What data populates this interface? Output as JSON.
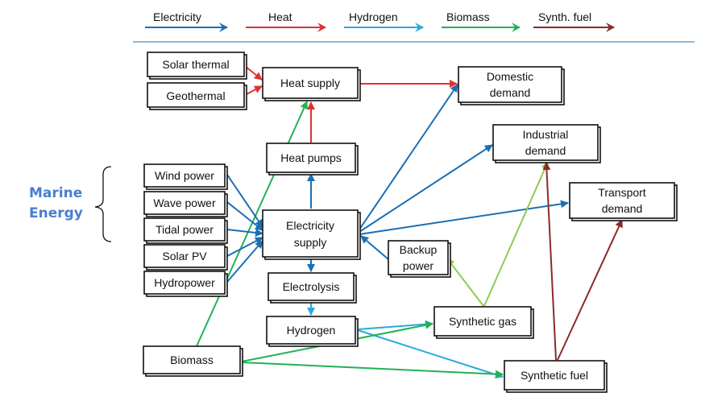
{
  "legend": [
    {
      "label": "Electricity",
      "color": "#1a6fb5"
    },
    {
      "label": "Heat",
      "color": "#e03232"
    },
    {
      "label": "Hydrogen",
      "color": "#2aa9dd"
    },
    {
      "label": "Biomass",
      "color": "#22b255"
    },
    {
      "label": "Synth. fuel",
      "color": "#8b2a2a"
    }
  ],
  "group_label": {
    "lines": [
      "Marine",
      "Energy"
    ],
    "color": "#4a7fd0"
  },
  "nodes": {
    "solar_thermal": [
      "Solar thermal"
    ],
    "geothermal": [
      "Geothermal"
    ],
    "heat_supply": [
      "Heat supply"
    ],
    "domestic": [
      "Domestic",
      "demand"
    ],
    "industrial": [
      "Industrial",
      "demand"
    ],
    "heat_pumps": [
      "Heat pumps"
    ],
    "wind": [
      "Wind power"
    ],
    "wave": [
      "Wave power"
    ],
    "tidal": [
      "Tidal power"
    ],
    "solar_pv": [
      "Solar PV"
    ],
    "hydro": [
      "Hydropower"
    ],
    "electricity": [
      "Electricity",
      "supply"
    ],
    "transport": [
      "Transport",
      "demand"
    ],
    "backup": [
      "Backup",
      "power"
    ],
    "electrolysis": [
      "Electrolysis"
    ],
    "hydrogen": [
      "Hydrogen"
    ],
    "synth_gas": [
      "Synthetic gas"
    ],
    "biomass": [
      "Biomass"
    ],
    "synth_fuel": [
      "Synthetic fuel"
    ]
  },
  "edges": [
    {
      "from": "solar_thermal",
      "to": "heat_supply",
      "carrier": "heat"
    },
    {
      "from": "geothermal",
      "to": "heat_supply",
      "carrier": "heat"
    },
    {
      "from": "heat_supply",
      "to": "domestic",
      "carrier": "heat"
    },
    {
      "from": "heat_pumps",
      "to": "heat_supply",
      "carrier": "heat"
    },
    {
      "from": "biomass",
      "to": "heat_supply",
      "carrier": "biomass"
    },
    {
      "from": "electricity",
      "to": "heat_pumps",
      "carrier": "electricity"
    },
    {
      "from": "electricity",
      "to": "domestic",
      "carrier": "electricity"
    },
    {
      "from": "electricity",
      "to": "industrial",
      "carrier": "electricity"
    },
    {
      "from": "electricity",
      "to": "transport",
      "carrier": "electricity"
    },
    {
      "from": "backup",
      "to": "electricity",
      "carrier": "electricity"
    },
    {
      "from": "wind",
      "to": "electricity",
      "carrier": "electricity"
    },
    {
      "from": "wave",
      "to": "electricity",
      "carrier": "electricity"
    },
    {
      "from": "tidal",
      "to": "electricity",
      "carrier": "electricity"
    },
    {
      "from": "solar_pv",
      "to": "electricity",
      "carrier": "electricity"
    },
    {
      "from": "hydro",
      "to": "electricity",
      "carrier": "electricity"
    },
    {
      "from": "electricity",
      "to": "electrolysis",
      "carrier": "electricity"
    },
    {
      "from": "electrolysis",
      "to": "hydrogen",
      "carrier": "hydrogen"
    },
    {
      "from": "hydrogen",
      "to": "synth_gas",
      "carrier": "hydrogen"
    },
    {
      "from": "hydrogen",
      "to": "synth_fuel",
      "carrier": "hydrogen"
    },
    {
      "from": "biomass",
      "to": "synth_gas",
      "carrier": "biomass"
    },
    {
      "from": "biomass",
      "to": "synth_fuel",
      "carrier": "biomass"
    },
    {
      "from": "synth_gas",
      "to": "backup",
      "carrier": "synthetic gas"
    },
    {
      "from": "synth_gas",
      "to": "industrial",
      "carrier": "synthetic gas"
    },
    {
      "from": "synth_fuel",
      "to": "industrial",
      "carrier": "synth. fuel"
    },
    {
      "from": "synth_fuel",
      "to": "transport",
      "carrier": "synth. fuel"
    }
  ]
}
